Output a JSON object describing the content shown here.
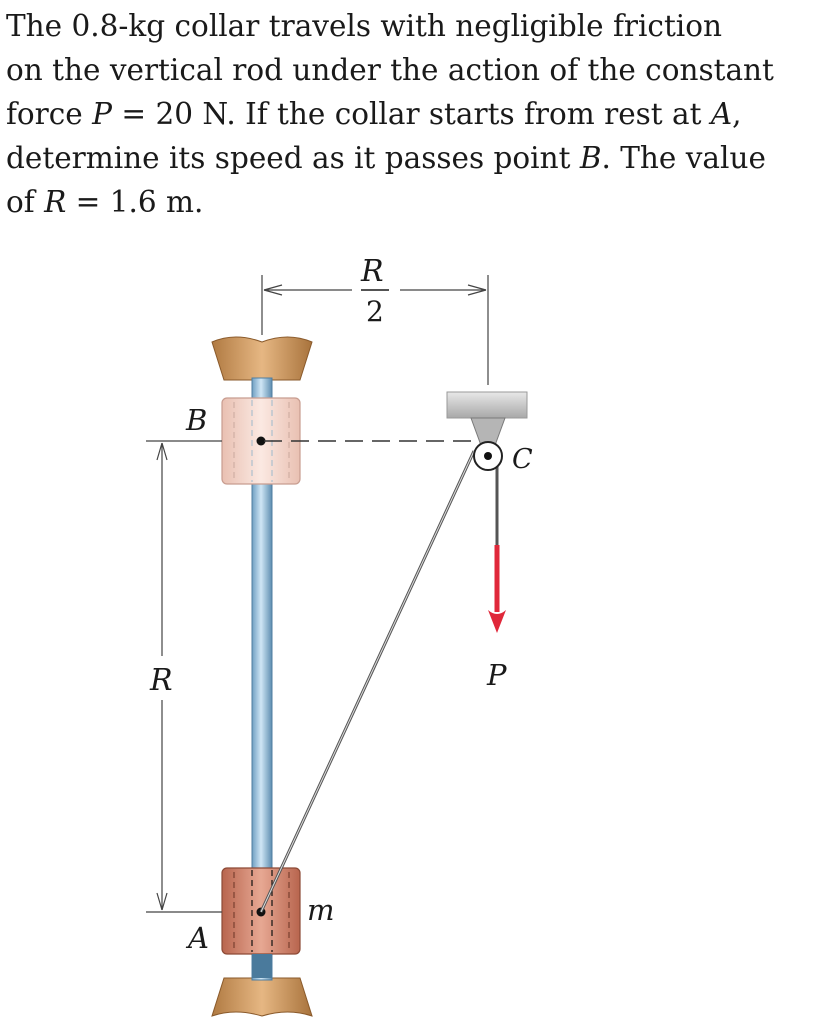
{
  "problem": {
    "line1": "The 0.8-kg collar travels with negligible friction",
    "line2": "on the vertical rod under the action of the constant",
    "line3_a": "force ",
    "line3_var": "P",
    "line3_b": " = 20 N. If the collar starts from rest at ",
    "line3_var2": "A",
    "line3_c": ",",
    "line4_a": "determine its speed as it passes point ",
    "line4_var": "B",
    "line4_b": ". The value",
    "line5_a": "of ",
    "line5_var": "R",
    "line5_b": " = 1.6 m."
  },
  "figure": {
    "label_R_top": "R",
    "label_2": "2",
    "label_B": "B",
    "label_C": "C",
    "label_R_side": "R",
    "label_P": "P",
    "label_m": "m",
    "label_A": "A",
    "colors": {
      "rod": "#a9cfe8",
      "collar_B": "#f3d3c9",
      "collar_A": "#d9907a",
      "mount": "#c9935a",
      "support": "#d4d4d4",
      "force_arrow": "#e0283a"
    }
  }
}
